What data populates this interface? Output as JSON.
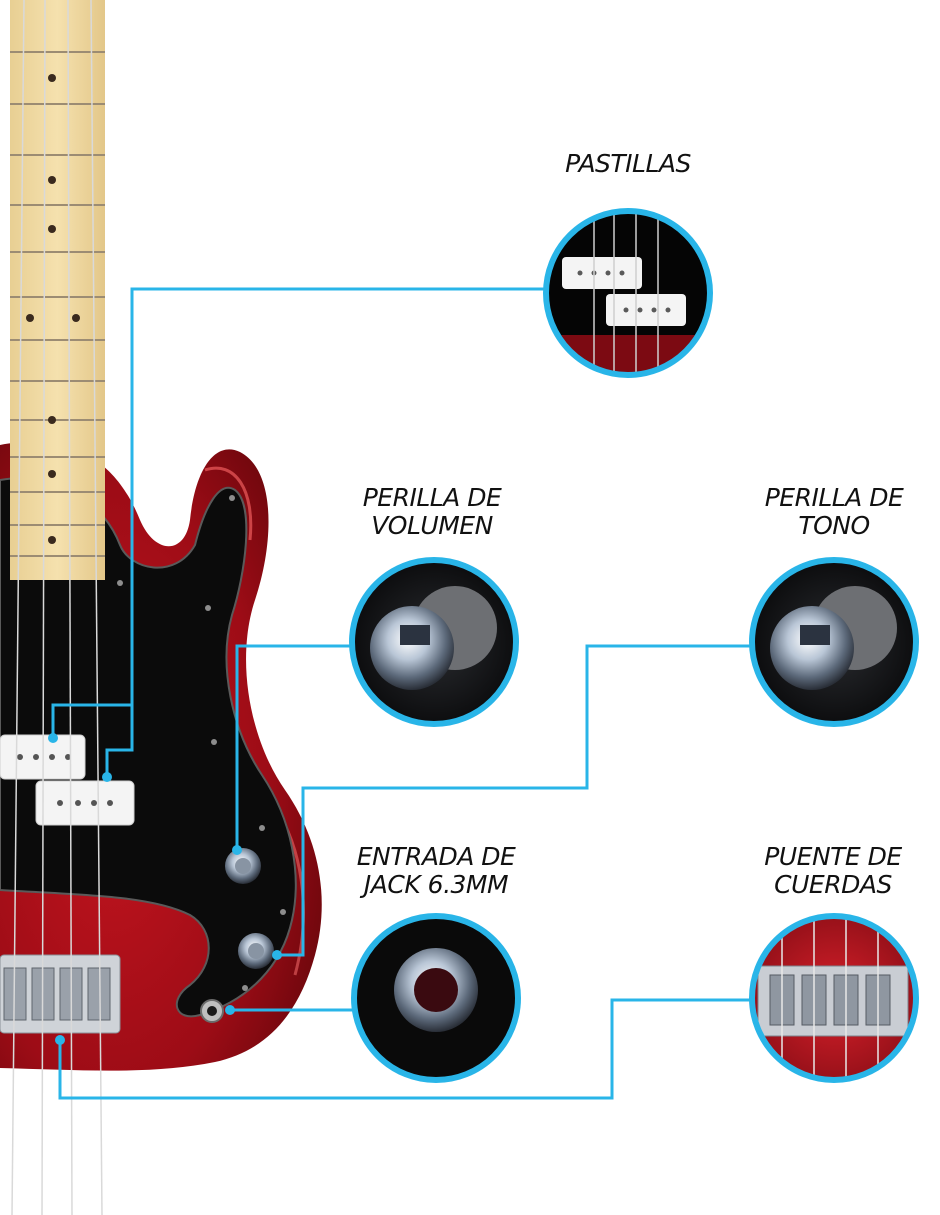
{
  "colors": {
    "accent": "#29b5e8",
    "body_red": "#a8101c",
    "pickguard": "#0c0c0c",
    "maple": "#efd79f",
    "label_text": "#111111"
  },
  "features": [
    {
      "id": "pastillas",
      "lines": [
        "PASTILLAS"
      ],
      "detail_icon": "pickups-closeup"
    },
    {
      "id": "volumen",
      "lines": [
        "PERILLA DE",
        "VOLUMEN"
      ],
      "detail_icon": "volume-knob-closeup"
    },
    {
      "id": "tono",
      "lines": [
        "PERILLA DE",
        "TONO"
      ],
      "detail_icon": "tone-knob-closeup"
    },
    {
      "id": "jack",
      "lines": [
        "ENTRADA DE",
        "JACK 6.3MM"
      ],
      "detail_icon": "jack-input-closeup"
    },
    {
      "id": "puente",
      "lines": [
        "PUENTE DE",
        "CUERDAS"
      ],
      "detail_icon": "bridge-closeup"
    }
  ]
}
